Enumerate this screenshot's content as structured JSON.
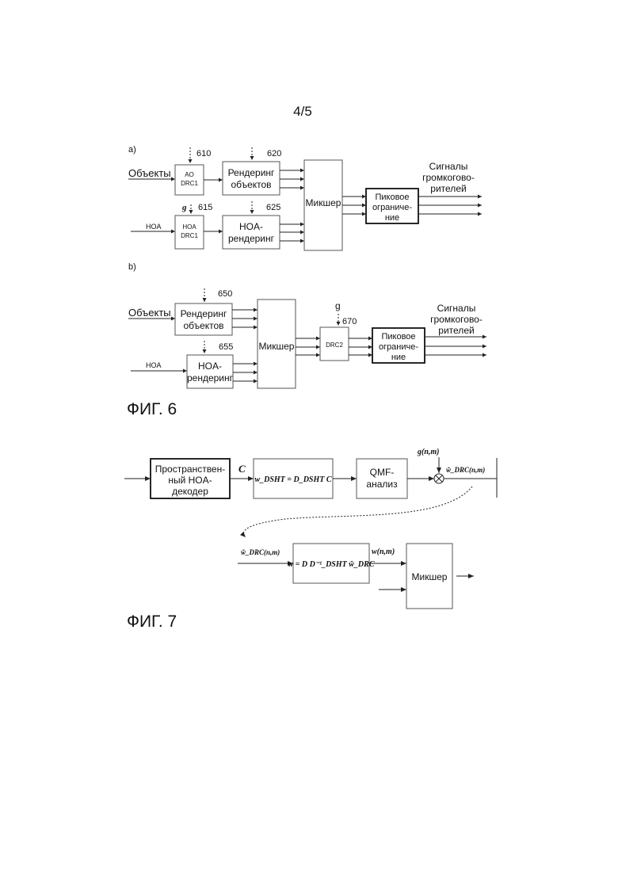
{
  "page_number": "4/5",
  "fig6": {
    "a": {
      "label": "a)",
      "objects": "Объекты",
      "hoa": "HOA",
      "ao_drc1": [
        "AO",
        "DRC1"
      ],
      "hoa_drc1": [
        "HOA",
        "DRC1"
      ],
      "g": "g",
      "ref_610": "610",
      "ref_615": "615",
      "ref_620": "620",
      "ref_625": "625",
      "render_obj": [
        "Рендеринг",
        "объектов"
      ],
      "hoa_render": [
        "HOA-",
        "рендеринг"
      ],
      "mixer": "Микшер",
      "peak": [
        "Пиковое",
        "ограниче-",
        "ние"
      ],
      "signals": [
        "Сигналы",
        "громкогово-",
        "рителей"
      ]
    },
    "b": {
      "label": "b)",
      "objects": "Объекты",
      "hoa": "HOA",
      "ref_650": "650",
      "ref_655": "655",
      "ref_670": "670",
      "g": "g",
      "render_obj": [
        "Рендеринг",
        "объектов"
      ],
      "hoa_render": [
        "HOA-",
        "рендеринг"
      ],
      "mixer": "Микшер",
      "drc2": "DRC2",
      "peak": [
        "Пиковое",
        "ограниче-",
        "ние"
      ],
      "signals": [
        "Сигналы",
        "громкогово-",
        "рителей"
      ]
    },
    "caption": "ФИГ. 6"
  },
  "fig7": {
    "decoder": [
      "Пространствен-",
      "ный HOA-",
      "декодер"
    ],
    "c_label": "C",
    "eq1": "w_DSHT = D_DSHT C",
    "qmf": [
      "QMF-",
      "анализ"
    ],
    "g_nm": "g(n,m)",
    "wdrc_nm_top": "w̃_DRC(n,m)",
    "wdrc_nm_bottom": "w̃_DRC(n,m)",
    "eq2": "w = D D⁻¹_DSHT w̃_DRC",
    "w_nm": "w(n,m)",
    "mixer": "Микшер",
    "caption": "ФИГ. 7"
  }
}
